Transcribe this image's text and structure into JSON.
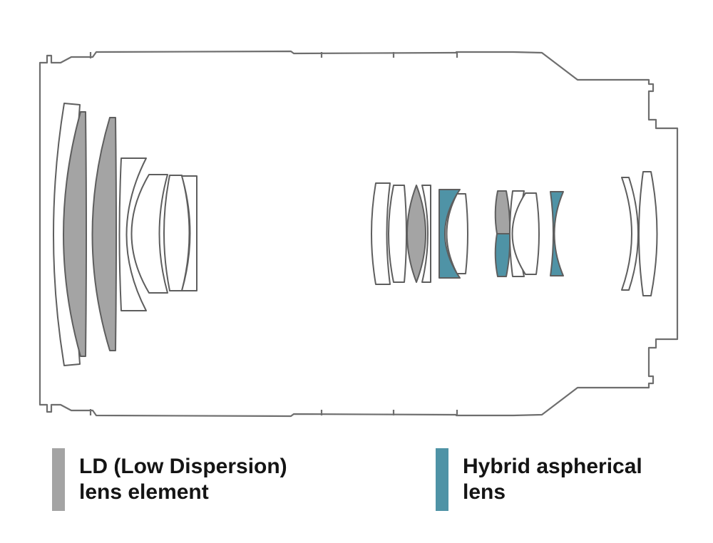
{
  "legend": {
    "ld": {
      "line1": "LD (Low Dispersion)",
      "line2": "lens element",
      "color": "#a4a4a4"
    },
    "hybrid": {
      "line1": "Hybrid aspherical",
      "line2": "lens",
      "color": "#4f93a6"
    }
  },
  "colors": {
    "outline": "#6e6e6e",
    "ld_element": "#a4a4a4",
    "hybrid_element": "#4f93a6",
    "clear_element": "#ffffff"
  }
}
